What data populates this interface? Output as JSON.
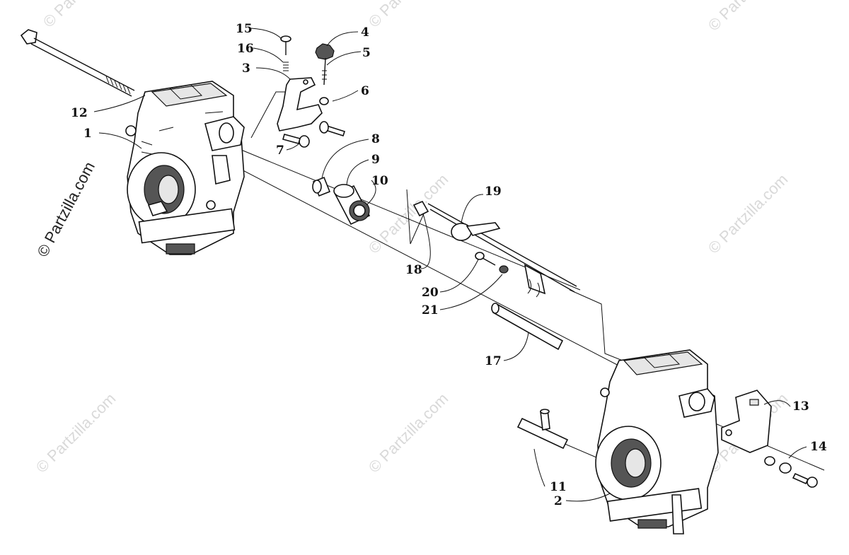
{
  "watermark": {
    "main": "© Partzilla.com",
    "faint": "© Partzilla.com"
  },
  "callouts": [
    {
      "id": "1",
      "text": "1"
    },
    {
      "id": "2",
      "text": "2"
    },
    {
      "id": "3",
      "text": "3"
    },
    {
      "id": "4",
      "text": "4"
    },
    {
      "id": "5",
      "text": "5"
    },
    {
      "id": "6",
      "text": "6"
    },
    {
      "id": "7",
      "text": "7"
    },
    {
      "id": "8",
      "text": "8"
    },
    {
      "id": "9",
      "text": "9"
    },
    {
      "id": "10",
      "text": "10"
    },
    {
      "id": "11",
      "text": "11"
    },
    {
      "id": "12",
      "text": "12"
    },
    {
      "id": "13",
      "text": "13"
    },
    {
      "id": "14",
      "text": "14"
    },
    {
      "id": "15",
      "text": "15"
    },
    {
      "id": "16",
      "text": "16"
    },
    {
      "id": "17",
      "text": "17"
    },
    {
      "id": "18",
      "text": "18"
    },
    {
      "id": "19",
      "text": "19"
    },
    {
      "id": "20",
      "text": "20"
    },
    {
      "id": "21",
      "text": "21"
    }
  ]
}
